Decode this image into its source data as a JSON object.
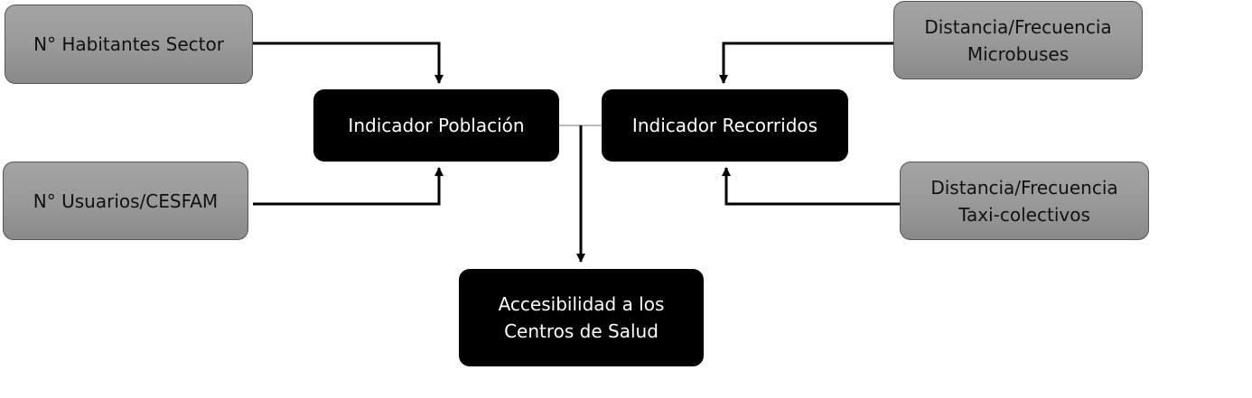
{
  "diagram": {
    "inputs": {
      "habitantes": {
        "label": "N° Habitantes Sector"
      },
      "usuarios": {
        "label": "N° Usuarios/CESFAM"
      },
      "microbuses": {
        "line1": "Distancia/Frecuencia",
        "line2": "Microbuses"
      },
      "taxis": {
        "line1": "Distancia/Frecuencia",
        "line2": "Taxi-colectivos"
      }
    },
    "indicators": {
      "poblacion": {
        "label": "Indicador Población"
      },
      "recorridos": {
        "label": "Indicador Recorridos"
      }
    },
    "result": {
      "line1": "Accesibilidad a los",
      "line2": "Centros de Salud"
    }
  },
  "colors": {
    "input_fill": "#9a9a9a",
    "output_fill": "#000000",
    "connector": "#000000"
  }
}
